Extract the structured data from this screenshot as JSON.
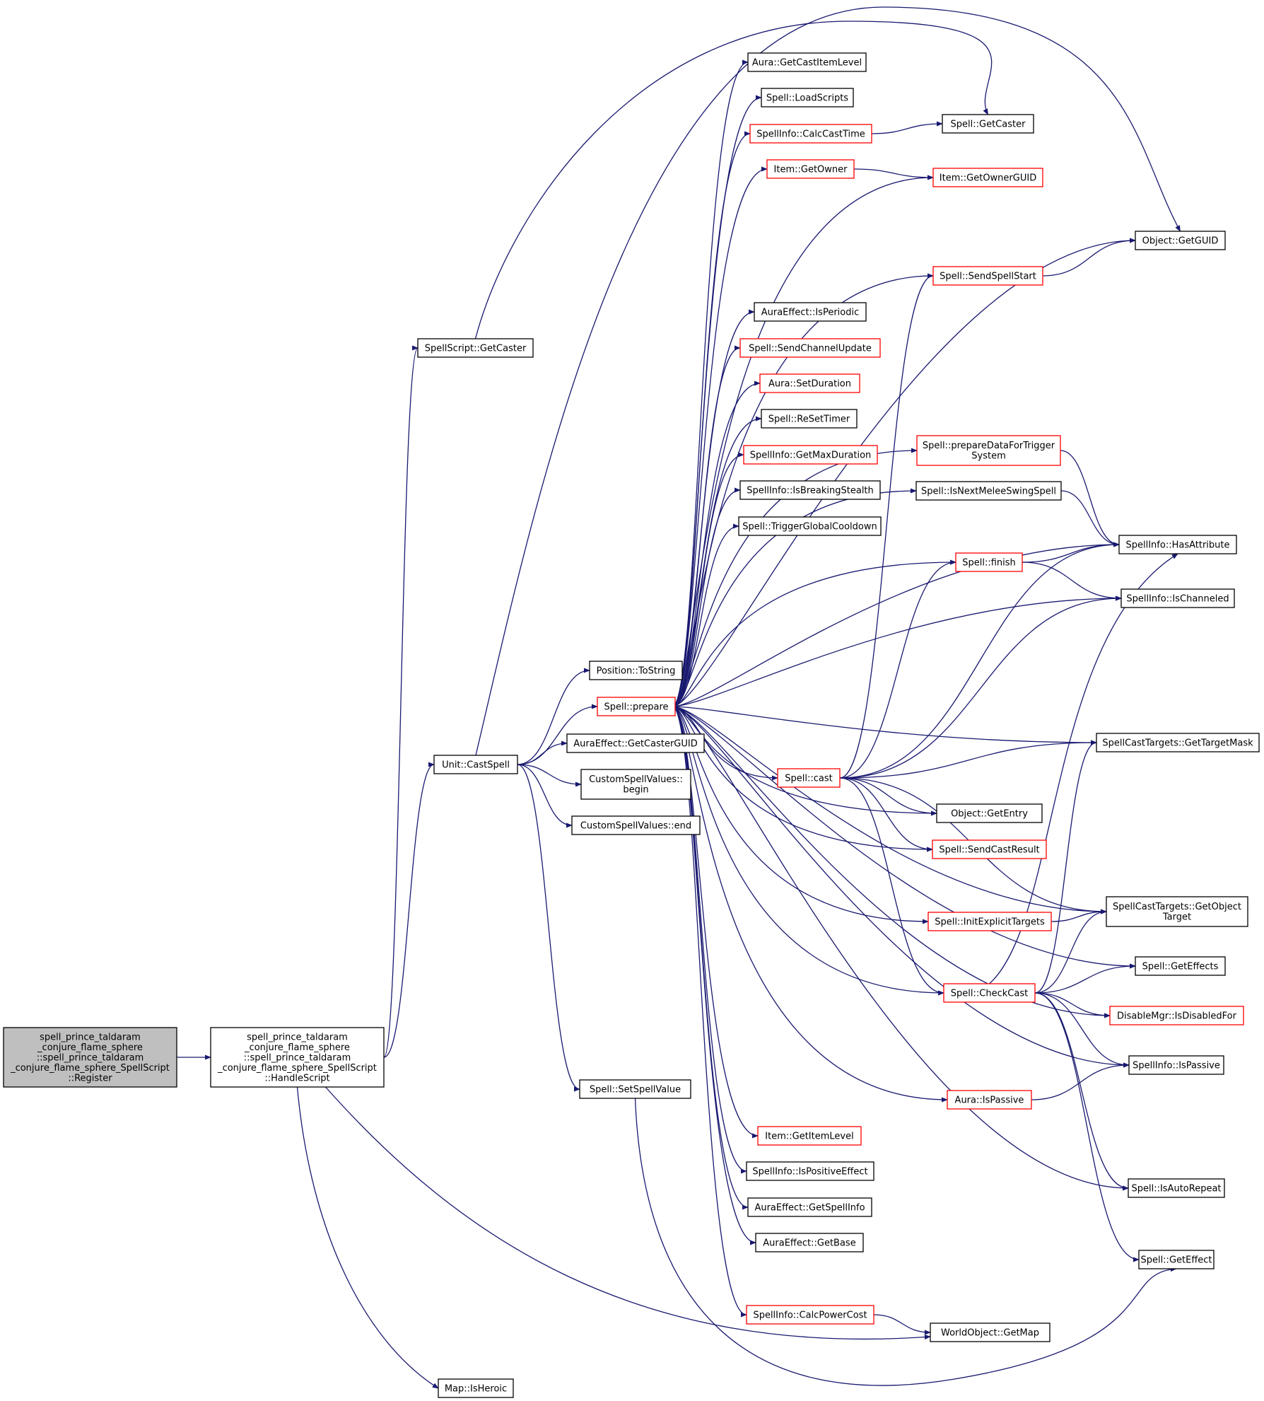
{
  "colors": {
    "edge": "#191970",
    "node_border_default": "#000000",
    "node_border_incomplete": "#ff0000",
    "root_fill": "#bfbfbf",
    "node_fill": "#ffffff"
  },
  "nodes": [
    {
      "id": "root",
      "lines": [
        "spell_prince_taldaram",
        "_conjure_flame_sphere",
        "::spell_prince_taldaram",
        "_conjure_flame_sphere_SpellScript",
        "::Register"
      ],
      "kind": "root"
    },
    {
      "id": "handle",
      "lines": [
        "spell_prince_taldaram",
        "_conjure_flame_sphere",
        "::spell_prince_taldaram",
        "_conjure_flame_sphere_SpellScript",
        "::HandleScript"
      ],
      "kind": "default"
    },
    {
      "id": "ss_getcaster",
      "lines": [
        "SpellScript::GetCaster"
      ],
      "kind": "default"
    },
    {
      "id": "castspell",
      "lines": [
        "Unit::CastSpell"
      ],
      "kind": "default"
    },
    {
      "id": "isheroic",
      "lines": [
        "Map::IsHeroic"
      ],
      "kind": "default"
    },
    {
      "id": "tostring",
      "lines": [
        "Position::ToString"
      ],
      "kind": "default"
    },
    {
      "id": "prepare",
      "lines": [
        "Spell::prepare"
      ],
      "kind": "red"
    },
    {
      "id": "ae_getcasterguid",
      "lines": [
        "AuraEffect::GetCasterGUID"
      ],
      "kind": "default"
    },
    {
      "id": "csv_begin",
      "lines": [
        "CustomSpellValues::",
        "begin"
      ],
      "kind": "default"
    },
    {
      "id": "csv_end",
      "lines": [
        "CustomSpellValues::end"
      ],
      "kind": "default"
    },
    {
      "id": "setspellvalue",
      "lines": [
        "Spell::SetSpellValue"
      ],
      "kind": "default"
    },
    {
      "id": "aura_getcastitemlevel",
      "lines": [
        "Aura::GetCastItemLevel"
      ],
      "kind": "default"
    },
    {
      "id": "loadscripts",
      "lines": [
        "Spell::LoadScripts"
      ],
      "kind": "default"
    },
    {
      "id": "calccasttime",
      "lines": [
        "SpellInfo::CalcCastTime"
      ],
      "kind": "red"
    },
    {
      "id": "item_getowner",
      "lines": [
        "Item::GetOwner"
      ],
      "kind": "red"
    },
    {
      "id": "isperiodic",
      "lines": [
        "AuraEffect::IsPeriodic"
      ],
      "kind": "default"
    },
    {
      "id": "sendchannelupdate",
      "lines": [
        "Spell::SendChannelUpdate"
      ],
      "kind": "red"
    },
    {
      "id": "setduration",
      "lines": [
        "Aura::SetDuration"
      ],
      "kind": "red"
    },
    {
      "id": "resettimer",
      "lines": [
        "Spell::ReSetTimer"
      ],
      "kind": "default"
    },
    {
      "id": "getmaxduration",
      "lines": [
        "SpellInfo::GetMaxDuration"
      ],
      "kind": "red"
    },
    {
      "id": "isbreakingstealth",
      "lines": [
        "SpellInfo::IsBreakingStealth"
      ],
      "kind": "default"
    },
    {
      "id": "triggerglobalcooldown",
      "lines": [
        "Spell::TriggerGlobalCooldown"
      ],
      "kind": "default"
    },
    {
      "id": "cast",
      "lines": [
        "Spell::cast"
      ],
      "kind": "red"
    },
    {
      "id": "getitemlevel",
      "lines": [
        "Item::GetItemLevel"
      ],
      "kind": "red"
    },
    {
      "id": "ispositiveeffect",
      "lines": [
        "SpellInfo::IsPositiveEffect"
      ],
      "kind": "default"
    },
    {
      "id": "ae_getspellinfo",
      "lines": [
        "AuraEffect::GetSpellInfo"
      ],
      "kind": "default"
    },
    {
      "id": "ae_getbase",
      "lines": [
        "AuraEffect::GetBase"
      ],
      "kind": "default"
    },
    {
      "id": "calcpowercost",
      "lines": [
        "SpellInfo::CalcPowerCost"
      ],
      "kind": "red"
    },
    {
      "id": "spell_getcaster",
      "lines": [
        "Spell::GetCaster"
      ],
      "kind": "default"
    },
    {
      "id": "getownerguid",
      "lines": [
        "Item::GetOwnerGUID"
      ],
      "kind": "red"
    },
    {
      "id": "sendspellstart",
      "lines": [
        "Spell::SendSpellStart"
      ],
      "kind": "red"
    },
    {
      "id": "preparedatafortrigger",
      "lines": [
        "Spell::prepareDataForTrigger",
        "System"
      ],
      "kind": "red"
    },
    {
      "id": "isnextmeleeswing",
      "lines": [
        "Spell::IsNextMeleeSwingSpell"
      ],
      "kind": "default"
    },
    {
      "id": "finish",
      "lines": [
        "Spell::finish"
      ],
      "kind": "red"
    },
    {
      "id": "getentry",
      "lines": [
        "Object::GetEntry"
      ],
      "kind": "default"
    },
    {
      "id": "sendcastresult",
      "lines": [
        "Spell::SendCastResult"
      ],
      "kind": "red"
    },
    {
      "id": "initexplicittargets",
      "lines": [
        "Spell::InitExplicitTargets"
      ],
      "kind": "red"
    },
    {
      "id": "checkcast",
      "lines": [
        "Spell::CheckCast"
      ],
      "kind": "red"
    },
    {
      "id": "aura_ispassive",
      "lines": [
        "Aura::IsPassive"
      ],
      "kind": "red"
    },
    {
      "id": "wo_getmap",
      "lines": [
        "WorldObject::GetMap"
      ],
      "kind": "default"
    },
    {
      "id": "getguid",
      "lines": [
        "Object::GetGUID"
      ],
      "kind": "default"
    },
    {
      "id": "hasattribute",
      "lines": [
        "SpellInfo::HasAttribute"
      ],
      "kind": "default"
    },
    {
      "id": "ischanneled",
      "lines": [
        "SpellInfo::IsChanneled"
      ],
      "kind": "default"
    },
    {
      "id": "gettargetmask",
      "lines": [
        "SpellCastTargets::GetTargetMask"
      ],
      "kind": "default"
    },
    {
      "id": "getobjecttarget",
      "lines": [
        "SpellCastTargets::GetObject",
        "Target"
      ],
      "kind": "default"
    },
    {
      "id": "geteffects",
      "lines": [
        "Spell::GetEffects"
      ],
      "kind": "default"
    },
    {
      "id": "isdisabledfor",
      "lines": [
        "DisableMgr::IsDisabledFor"
      ],
      "kind": "red"
    },
    {
      "id": "si_ispassive",
      "lines": [
        "SpellInfo::IsPassive"
      ],
      "kind": "default"
    },
    {
      "id": "isautorepeat",
      "lines": [
        "Spell::IsAutoRepeat"
      ],
      "kind": "default"
    },
    {
      "id": "geteffect",
      "lines": [
        "Spell::GetEffect"
      ],
      "kind": "default"
    }
  ]
}
